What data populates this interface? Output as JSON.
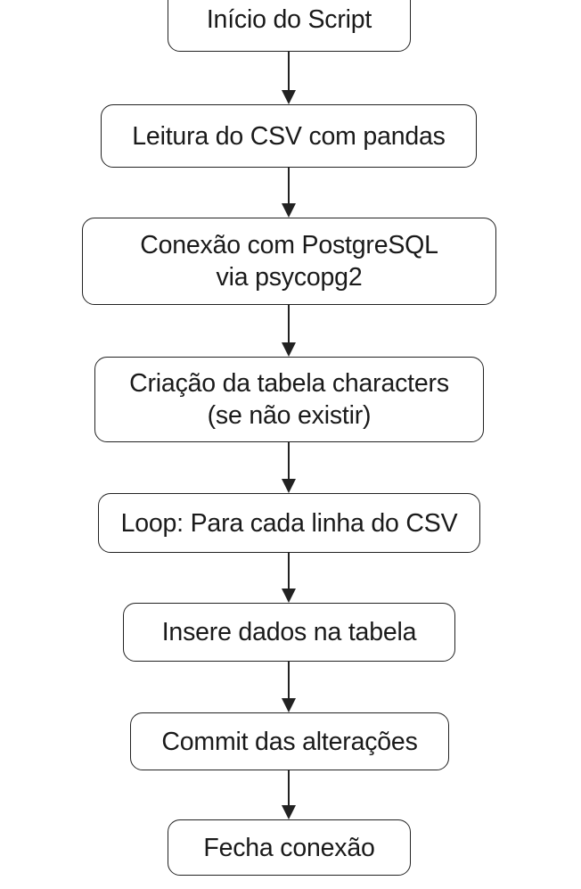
{
  "flowchart": {
    "steps": [
      {
        "label": "Início do Script"
      },
      {
        "label": "Leitura do CSV com pandas"
      },
      {
        "label": "Conexão com PostgreSQL\nvia psycopg2"
      },
      {
        "label": "Criação da tabela characters\n(se não existir)"
      },
      {
        "label": "Loop: Para cada linha do CSV"
      },
      {
        "label": "Insere dados na tabela"
      },
      {
        "label": "Commit das alterações"
      },
      {
        "label": "Fecha conexão"
      }
    ]
  }
}
